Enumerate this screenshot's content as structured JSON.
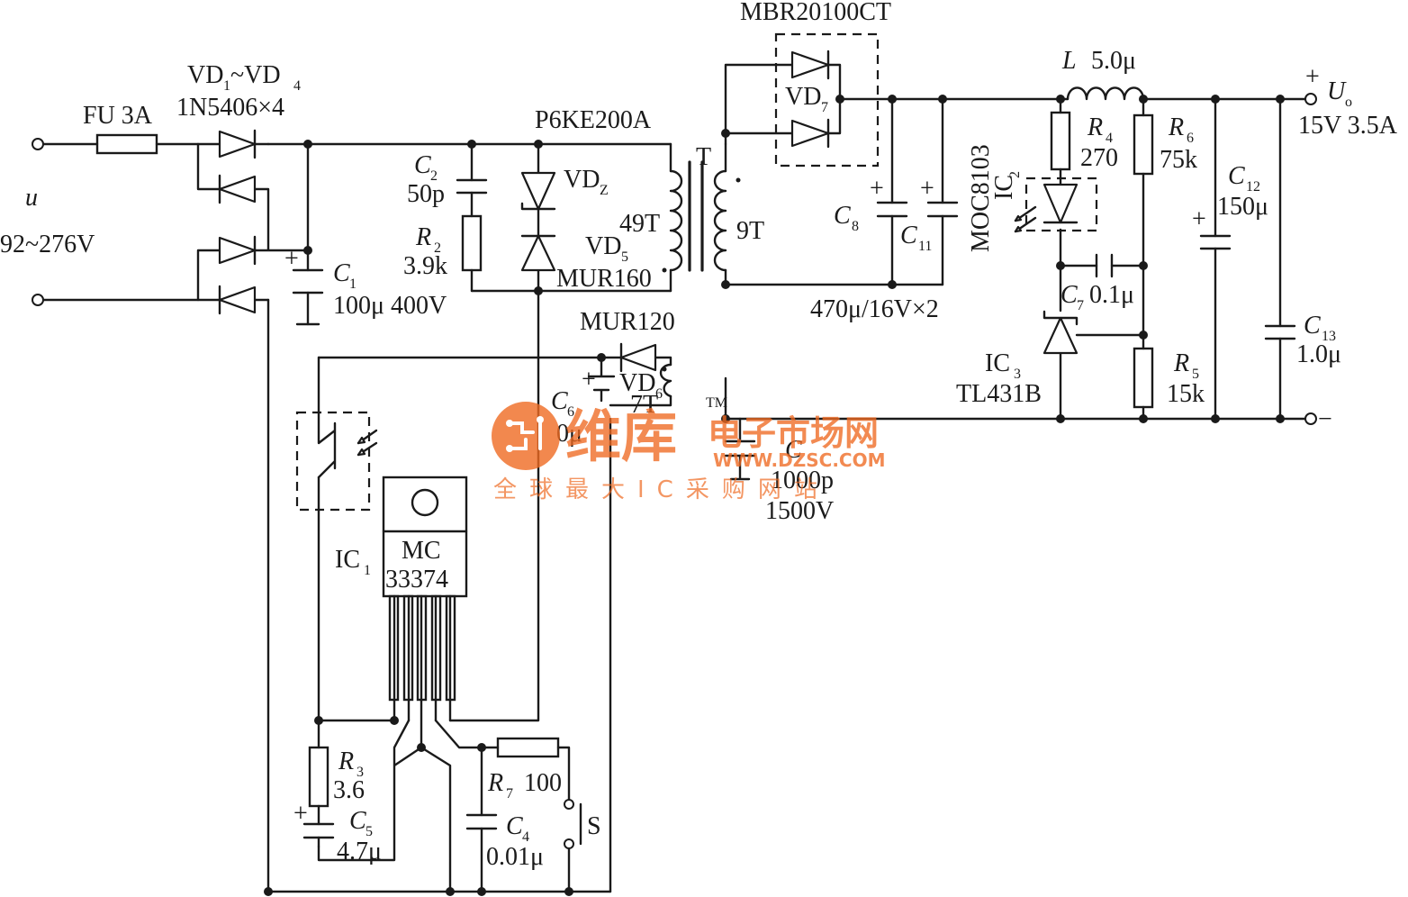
{
  "labels": {
    "fuse": "FU 3A",
    "bridge_name": "VD",
    "bridge_sub1": "1",
    "bridge_tilde": "~VD",
    "bridge_sub4": "4",
    "bridge_part": "1N5406×4",
    "input_u": "u",
    "input_voltage": "92~276V",
    "c1_name": "C",
    "c1_sub": "1",
    "c1_value": "100μ 400V",
    "snubber_part": "P6KE200A",
    "c2_name": "C",
    "c2_sub": "2",
    "c2_value": "50p",
    "r2_name": "R",
    "r2_sub": "2",
    "r2_value": "3.9k",
    "vdz_name": "VD",
    "vdz_sub": "Z",
    "vd5_name": "VD",
    "vd5_sub": "5",
    "vd5_part": "MUR160",
    "primary_turns": "49T",
    "transformer": "T",
    "secondary_turns": "9T",
    "vd7_part": "MBR20100CT",
    "vd7_name": "VD",
    "vd7_sub": "7",
    "c8_name": "C",
    "c8_sub": "8",
    "c11_name": "C",
    "c11_sub": "11",
    "c8_c11_value": "470μ/16V×2",
    "ic2_part": "MOC8103",
    "ic2_name": "IC",
    "ic2_sub": "2",
    "l_name": "L",
    "l_value": "5.0μ",
    "r4_name": "R",
    "r4_sub": "4",
    "r4_value": "270",
    "r6_name": "R",
    "r6_sub": "6",
    "r6_value": "75k",
    "out_plus": "+",
    "out_name": "U",
    "out_sub": "o",
    "out_value": "15V 3.5A",
    "out_minus": "−",
    "c12_name": "C",
    "c12_sub": "12",
    "c12_value": "150μ",
    "c7_name": "C",
    "c7_sub": "7",
    "c7_value": "0.1μ",
    "c13_name": "C",
    "c13_sub": "13",
    "c13_value": "1.0μ",
    "ic3_name": "IC",
    "ic3_sub": "3",
    "ic3_part": "TL431B",
    "r5_name": "R",
    "r5_sub": "5",
    "r5_value": "15k",
    "vd6_part": "MUR120",
    "vd6_name": "VD",
    "vd6_sub": "6",
    "aux_turns": "7T",
    "c6_name": "C",
    "c6_sub": "6",
    "c6_value": "0μ",
    "cy_name": "C",
    "cy_value": "1000p",
    "cy_voltage": "1500V",
    "ic1_name": "IC",
    "ic1_sub": "1",
    "ic1_part_line1": "MC",
    "ic1_part_line2": "33374",
    "r3_name": "R",
    "r3_sub": "3",
    "r3_value": "3.6",
    "c5_name": "C",
    "c5_sub": "5",
    "c5_value": "4.7μ",
    "r7_name": "R",
    "r7_sub": "7",
    "r7_value": "100",
    "c4_name": "C",
    "c4_sub": "4",
    "c4_value": "0.01μ",
    "switch": "S",
    "plus_sign": "+"
  },
  "watermark": {
    "brand": "维库",
    "tm": "TM",
    "site_name": "电子市场网",
    "url": "WWW.DZSC.COM",
    "slogan": "全球最大IC采购网站",
    "color": "#ef6a22"
  }
}
